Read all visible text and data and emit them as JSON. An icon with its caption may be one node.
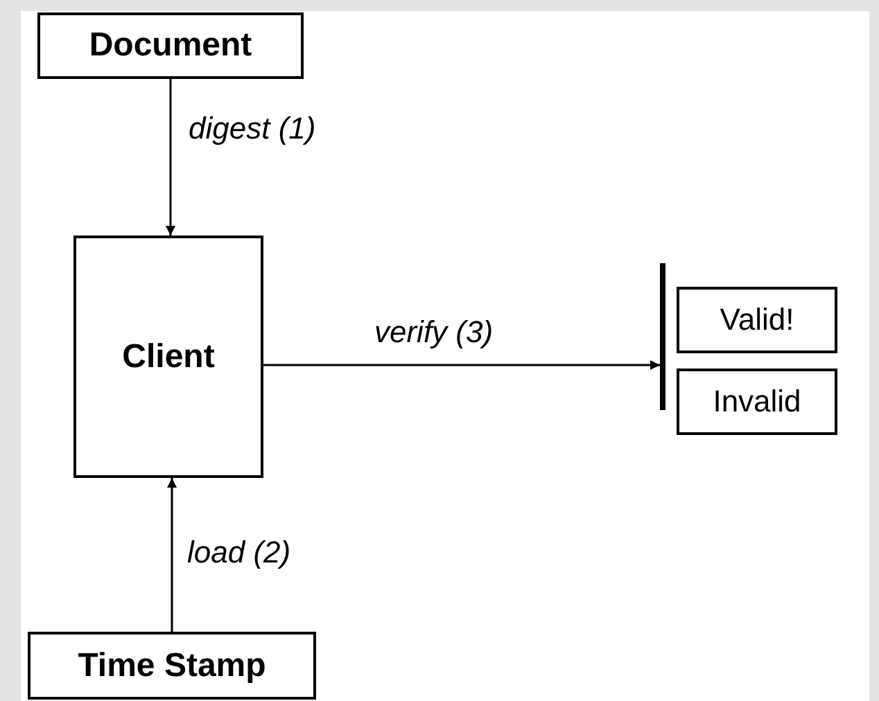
{
  "diagram": {
    "nodes": [
      {
        "text": [
          "Document"
        ]
      },
      {
        "text": [
          "Client"
        ]
      },
      {
        "text": [
          "Time Stamp"
        ]
      },
      {
        "text": [],
        "shape": "bar"
      },
      {
        "text": [
          "Valid!"
        ]
      },
      {
        "text": [
          "Invalid"
        ]
      }
    ],
    "edges": [
      {
        "from": 0,
        "to": 1,
        "arrow": "to",
        "label": "digest (1)"
      },
      {
        "from": 2,
        "to": 1,
        "arrow": "to",
        "label": "load (2)"
      },
      {
        "from": 1,
        "to": 3,
        "arrow": "to",
        "label": "verify (3)"
      }
    ]
  }
}
